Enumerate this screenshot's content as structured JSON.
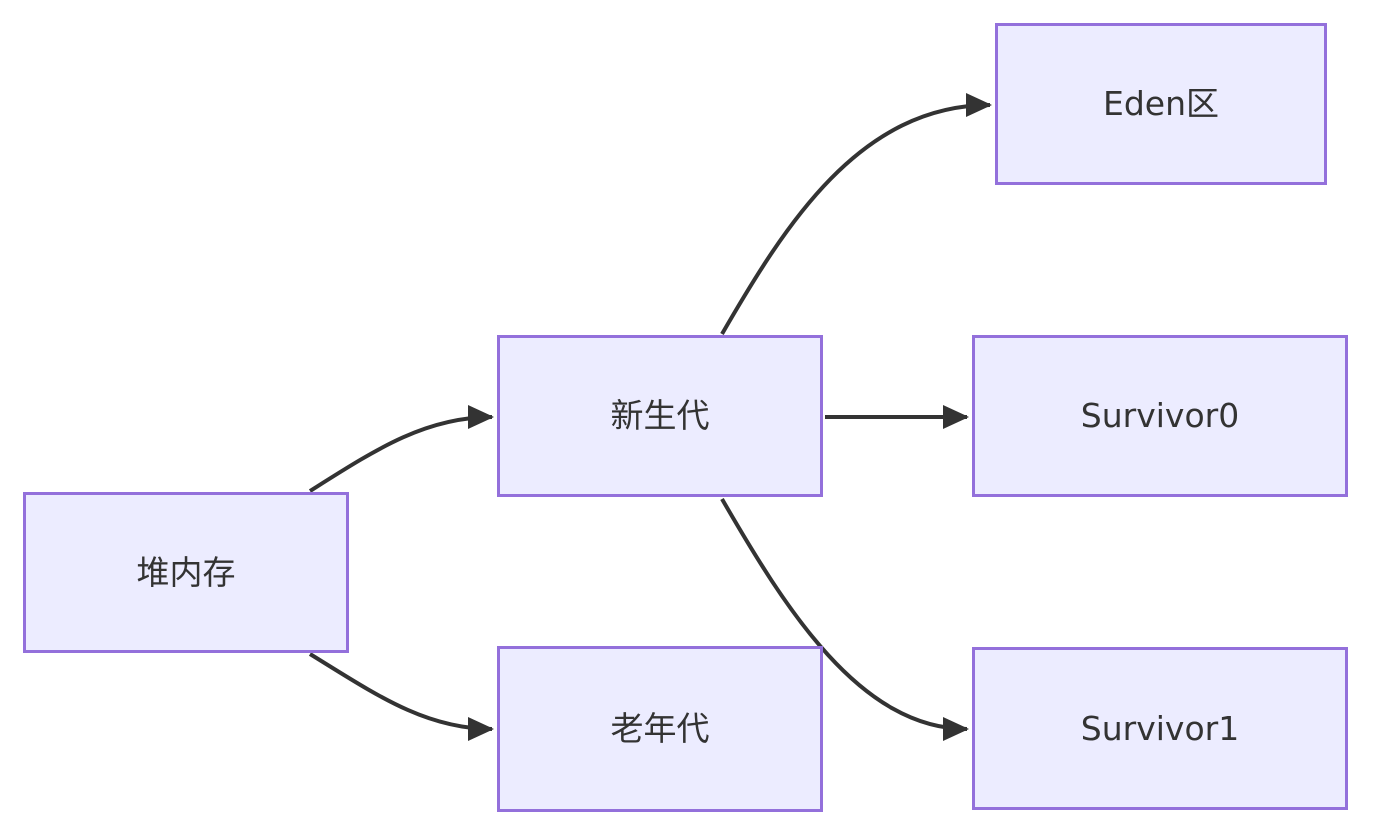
{
  "diagram": {
    "type": "flowchart",
    "direction": "LR",
    "nodes": [
      {
        "id": "heap",
        "label": "堆内存"
      },
      {
        "id": "young",
        "label": "新生代"
      },
      {
        "id": "old",
        "label": "老年代"
      },
      {
        "id": "eden",
        "label": "Eden区"
      },
      {
        "id": "s0",
        "label": "Survivor0"
      },
      {
        "id": "s1",
        "label": "Survivor1"
      }
    ],
    "edges": [
      {
        "from": "堆内存",
        "to": "新生代"
      },
      {
        "from": "堆内存",
        "to": "老年代"
      },
      {
        "from": "新生代",
        "to": "Eden区"
      },
      {
        "from": "新生代",
        "to": "Survivor0"
      },
      {
        "from": "新生代",
        "to": "Survivor1"
      }
    ]
  },
  "colors": {
    "background": "#ffffff",
    "node_fill": "#ECECFF",
    "node_border": "#9370DB",
    "edge": "#333333",
    "text": "#333333"
  }
}
